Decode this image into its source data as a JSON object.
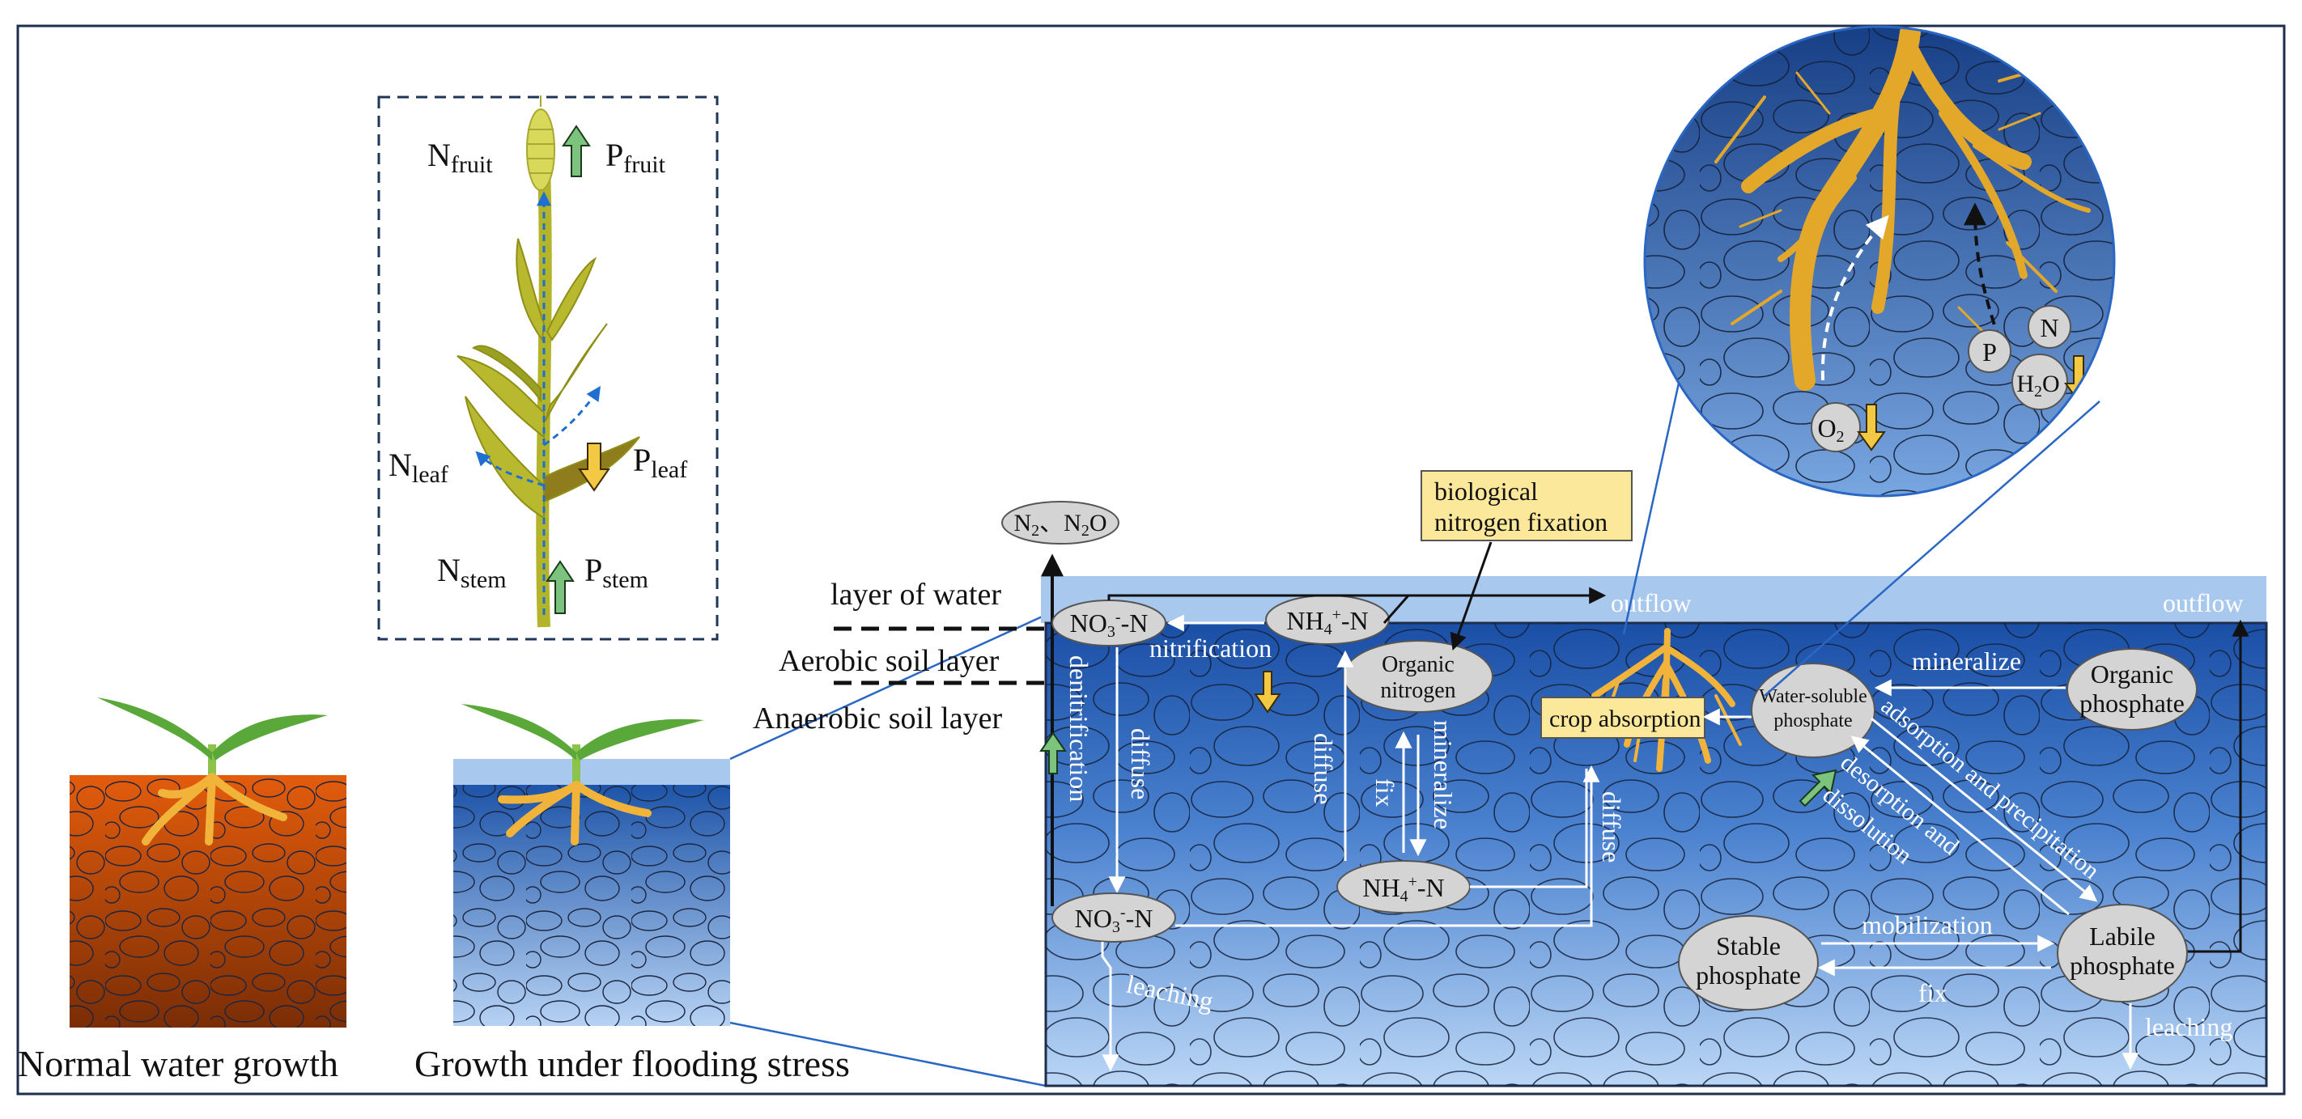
{
  "captions": {
    "normal": "Normal water growth",
    "flooding": "Growth under flooding stress"
  },
  "plant_labels": {
    "n_fruit": "N",
    "n_fruit_sub": "fruit",
    "p_fruit": "P",
    "p_fruit_sub": "fruit",
    "n_leaf": "N",
    "n_leaf_sub": "leaf",
    "p_leaf": "P",
    "p_leaf_sub": "leaf",
    "n_stem": "N",
    "n_stem_sub": "stem",
    "p_stem": "P",
    "p_stem_sub": "stem"
  },
  "layers": {
    "water": "layer of water",
    "aerobic": "Aerobic soil layer",
    "anaerobic": "Anaerobic soil layer"
  },
  "nodes": {
    "n2": "N",
    "n2_sub": "2",
    "n2_sep": "、N",
    "n2o_sub": "2",
    "n2o_end": "O",
    "no3_top": "NO",
    "no3_top_sub": "3",
    "no3_top_sup": "-",
    "no3_top_end": "-N",
    "nh4_top": "NH",
    "nh4_top_sub": "4",
    "nh4_top_sup": "+",
    "nh4_top_end": "-N",
    "organic_n_1": "Organic",
    "organic_n_2": "nitrogen",
    "nh4_bottom": "NH",
    "nh4_bottom_sub": "4",
    "nh4_bottom_sup": "+",
    "nh4_bottom_end": "-N",
    "no3_bottom": "NO",
    "no3_bottom_sub": "3",
    "no3_bottom_sup": "-",
    "no3_bottom_end": "-N",
    "water_soluble_1": "Water-soluble",
    "water_soluble_2": "phosphate",
    "organic_p_1": "Organic",
    "organic_p_2": "phosphate",
    "stable_p_1": "Stable",
    "stable_p_2": "phosphate",
    "labile_p_1": "Labile",
    "labile_p_2": "phosphate"
  },
  "boxes": {
    "bnf_1": "biological",
    "bnf_2": "nitrogen fixation",
    "crop_absorption": "crop absorption"
  },
  "processes": {
    "outflow_left": "outflow",
    "outflow_right": "outflow",
    "nitrification": "nitrification",
    "denitrification": "denitrification",
    "diffuse_1": "diffuse",
    "diffuse_2": "diffuse",
    "diffuse_3": "diffuse",
    "fix_1": "fix",
    "mineralize_1": "mineralize",
    "mineralize_2": "mineralize",
    "adsorption": "adsorption and precipitation",
    "desorption_1": "desorption and",
    "desorption_2": "dissolution",
    "mobilization": "mobilization",
    "fix_2": "fix",
    "leaching_1": "leaching",
    "leaching_2": "leaching"
  },
  "root_zoom": {
    "o2": "O",
    "o2_sub": "2",
    "p": "P",
    "n": "N",
    "h2o": "H",
    "h2o_sub": "2",
    "h2o_end": "O"
  },
  "colors": {
    "up_arrow": "#7cc47e",
    "down_arrow": "#f3c843",
    "water": "#a8c8ee",
    "soil_top": "#1f5fb8",
    "soil_bottom": "#b8d4f4",
    "normal_soil_top": "#e35c0c",
    "normal_soil_bottom": "#7a2d05",
    "node_fill": "#d4d4d4",
    "box_fill": "#fbe89a"
  }
}
